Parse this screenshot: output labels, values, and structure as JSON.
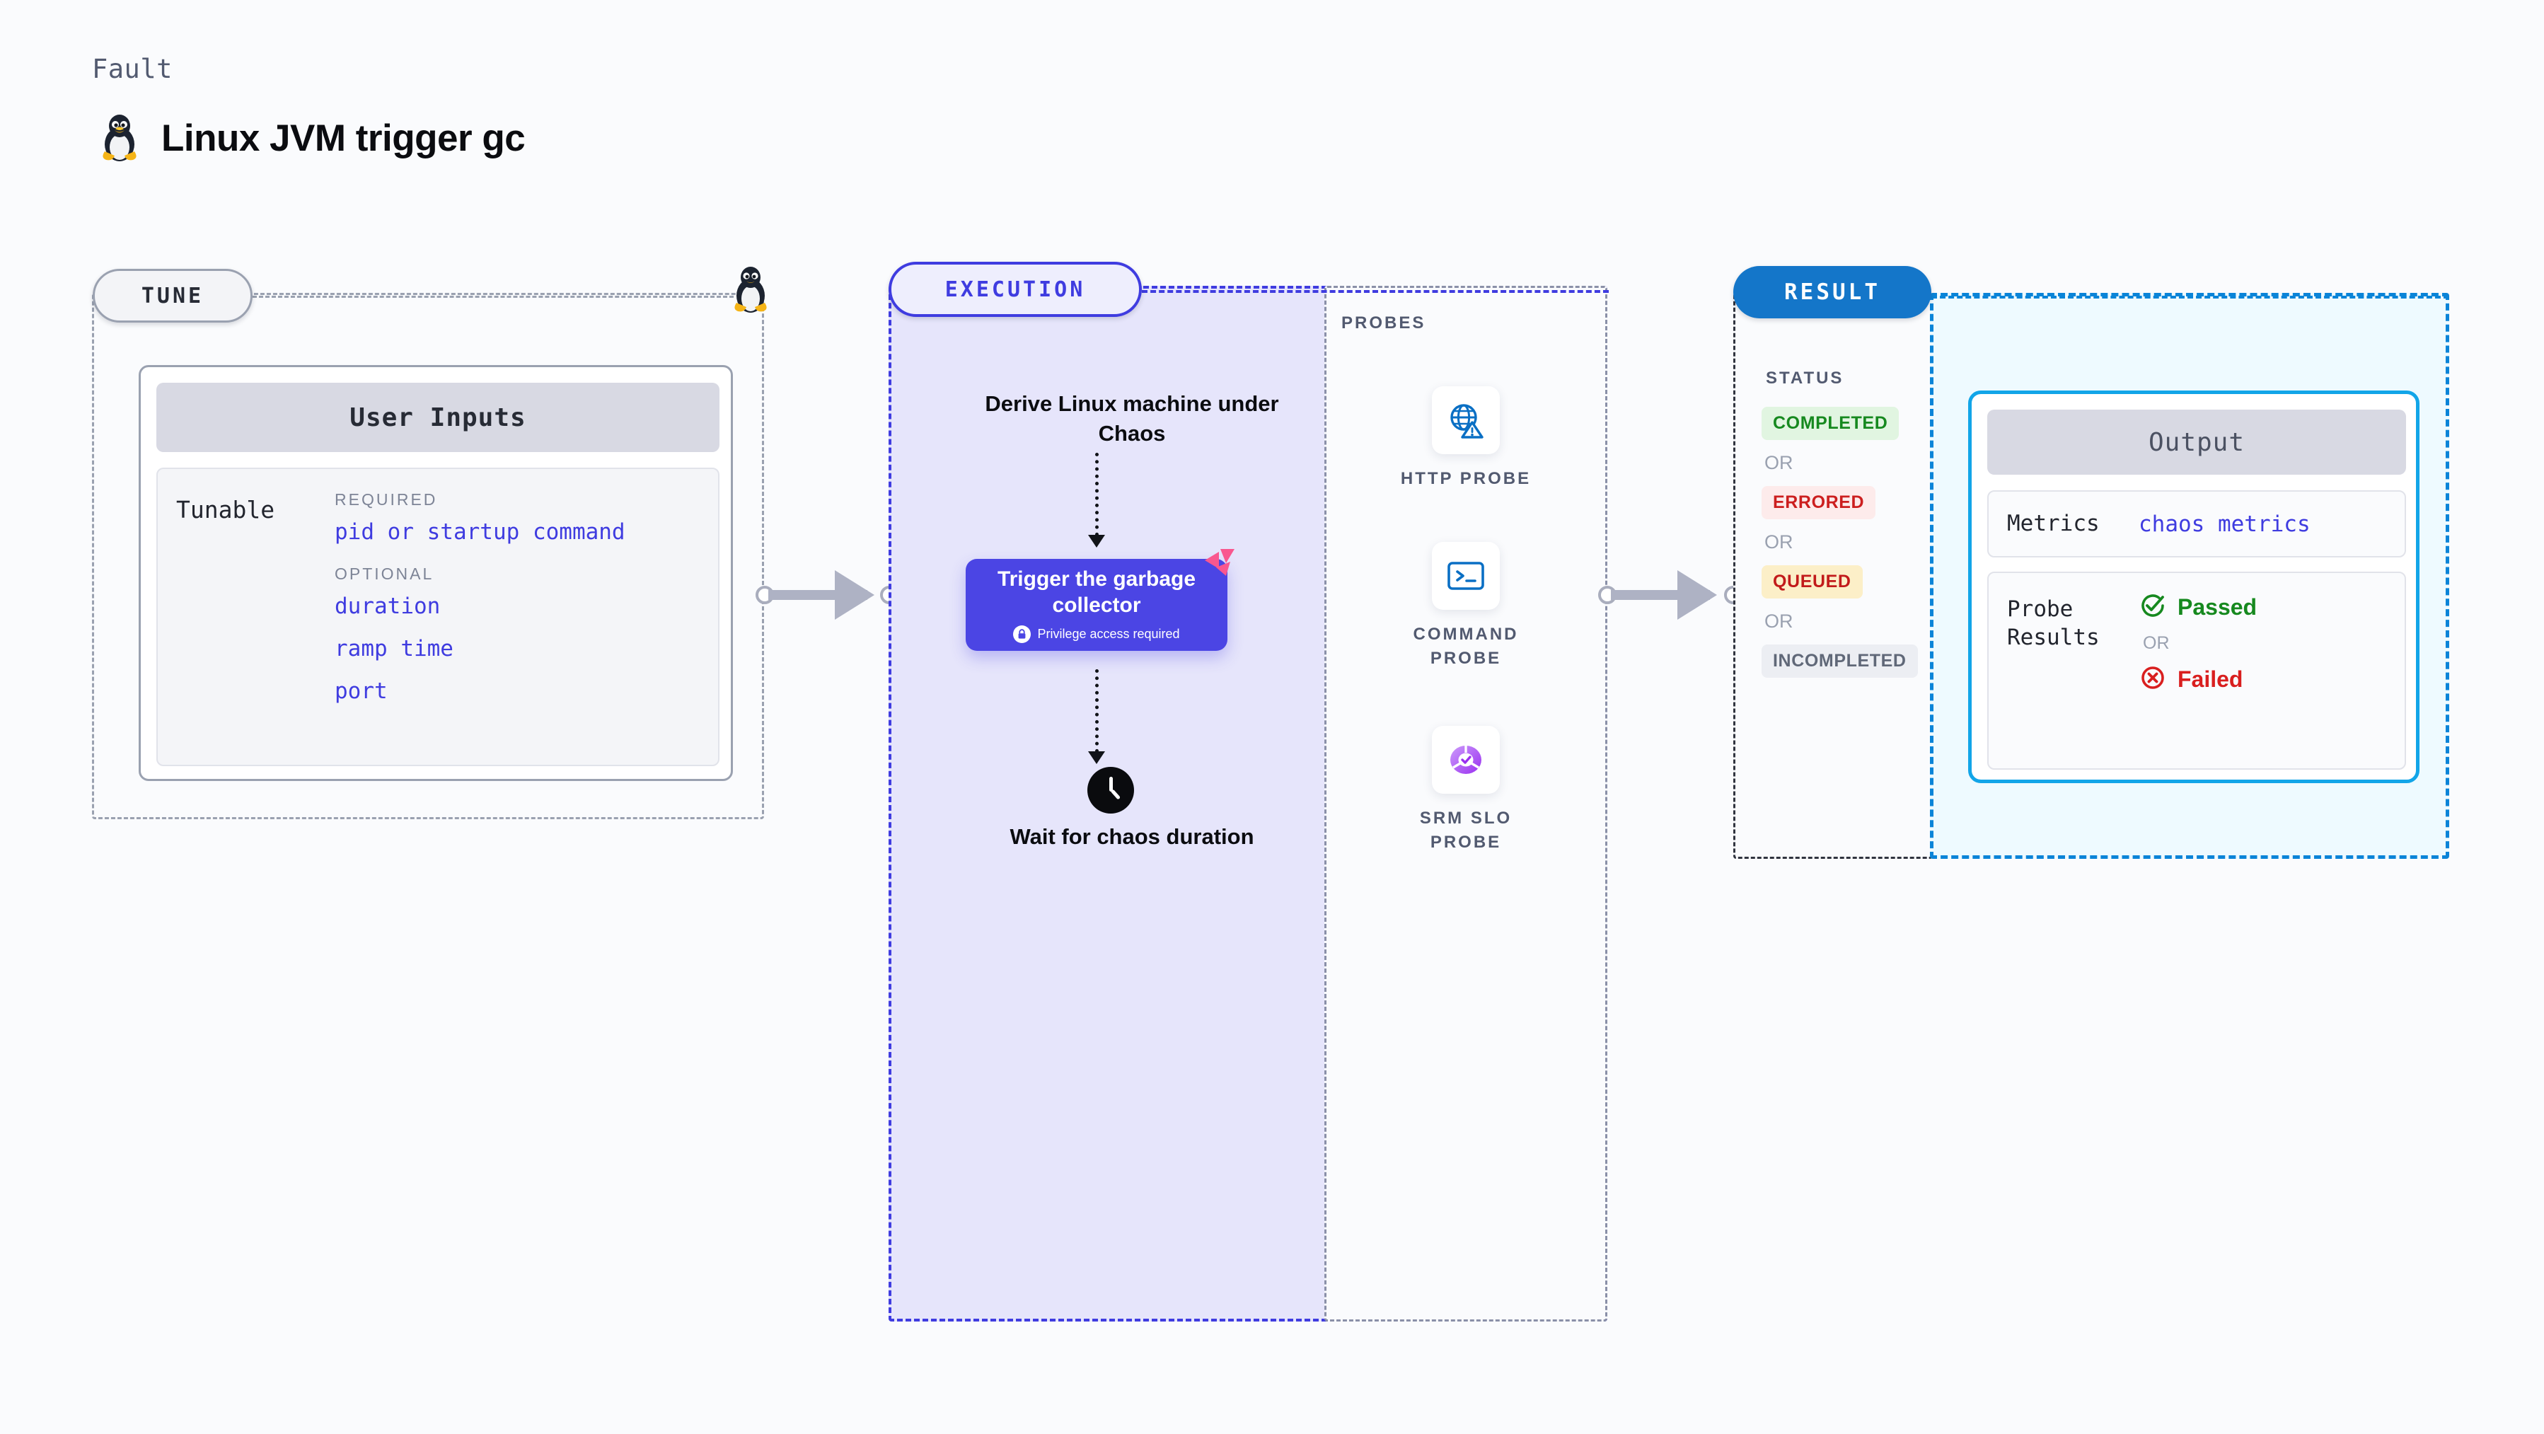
{
  "header": {
    "kicker": "Fault",
    "title": "Linux JVM trigger gc",
    "icon": "tux-penguin-icon"
  },
  "tune": {
    "pill_label": "TUNE",
    "card_title": "User Inputs",
    "row_label": "Tunable",
    "groups": [
      {
        "title": "REQUIRED",
        "fields": [
          "pid or startup command"
        ]
      },
      {
        "title": "OPTIONAL",
        "fields": [
          "duration",
          "ramp time",
          "port"
        ]
      }
    ]
  },
  "execution": {
    "pill_label": "EXECUTION",
    "step_derive": "Derive Linux machine under Chaos",
    "node": {
      "title": "Trigger the garbage collector",
      "privilege_note": "Privilege access required",
      "icon": "lock-icon",
      "corner_badge_icon": "chaos-badge-icon",
      "color": "#4b45e4",
      "badge_color": "#f9578f"
    },
    "step_wait": "Wait for chaos duration",
    "wait_icon": "clock-icon"
  },
  "probes": {
    "title": "PROBES",
    "items": [
      {
        "label": "HTTP PROBE",
        "icon": "globe-warning-icon",
        "color": "#0a6fc4"
      },
      {
        "label": "COMMAND PROBE",
        "icon": "terminal-icon",
        "color": "#0a6fc4"
      },
      {
        "label": "SRM SLO PROBE",
        "icon": "slo-donut-check-icon",
        "color": "#a742f5"
      }
    ]
  },
  "result": {
    "pill_label": "RESULT",
    "status_title": "STATUS",
    "or_label": "OR",
    "statuses": [
      {
        "label": "COMPLETED",
        "bg": "#e1f5e1",
        "fg": "#16891f"
      },
      {
        "label": "ERRORED",
        "bg": "#fdebeb",
        "fg": "#cc1f1f"
      },
      {
        "label": "QUEUED",
        "bg": "#fcefc8",
        "fg": "#c21b1b"
      },
      {
        "label": "INCOMPLETED",
        "bg": "#eceef3",
        "fg": "#606878"
      }
    ]
  },
  "output": {
    "card_title": "Output",
    "metrics_key": "Metrics",
    "metrics_value": "chaos metrics",
    "probe_key": "Probe Results",
    "or_label": "OR",
    "passed_label": "Passed",
    "failed_label": "Failed",
    "passed_icon": "check-circle-icon",
    "failed_icon": "x-circle-icon",
    "passed_color": "#16891f",
    "failed_color": "#d91f1f"
  }
}
